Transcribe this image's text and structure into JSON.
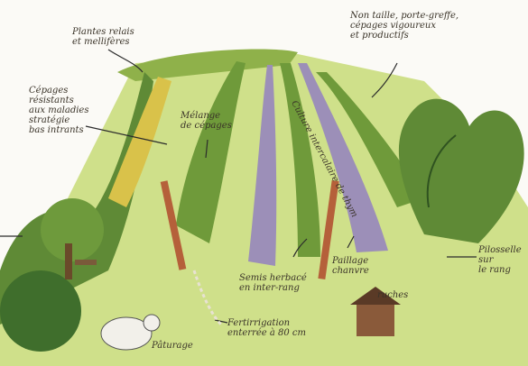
{
  "labels": {
    "plantes_relais": "Plantes relais\net mellifères",
    "non_taille": "Non taille, porte-greffe,\ncépages vigoureux\net productifs",
    "cepages_resistants": "Cépages\nrésistants\naux maladies\nstratégie\nbas intrants",
    "melange": "Mélange\nde cépages",
    "culture_interc": "Culture intercalaire de thym",
    "semis": "Semis herbacé\nen inter-rang",
    "paillage": "Paillage\nchanvre",
    "ruches": "ruches",
    "pilosselle": "Pilosselle\nsur\nle rang",
    "fertirrigation": "Fertirrigation\nenterrée à 80 cm",
    "paturage": "Pâturage"
  },
  "colors": {
    "grass": "#cfe08a",
    "vine": "#6f9a3a",
    "thyme": "#9c8fb8",
    "post": "#b5603a",
    "sky": "#fbfaf6",
    "ink": "#3a3328"
  }
}
